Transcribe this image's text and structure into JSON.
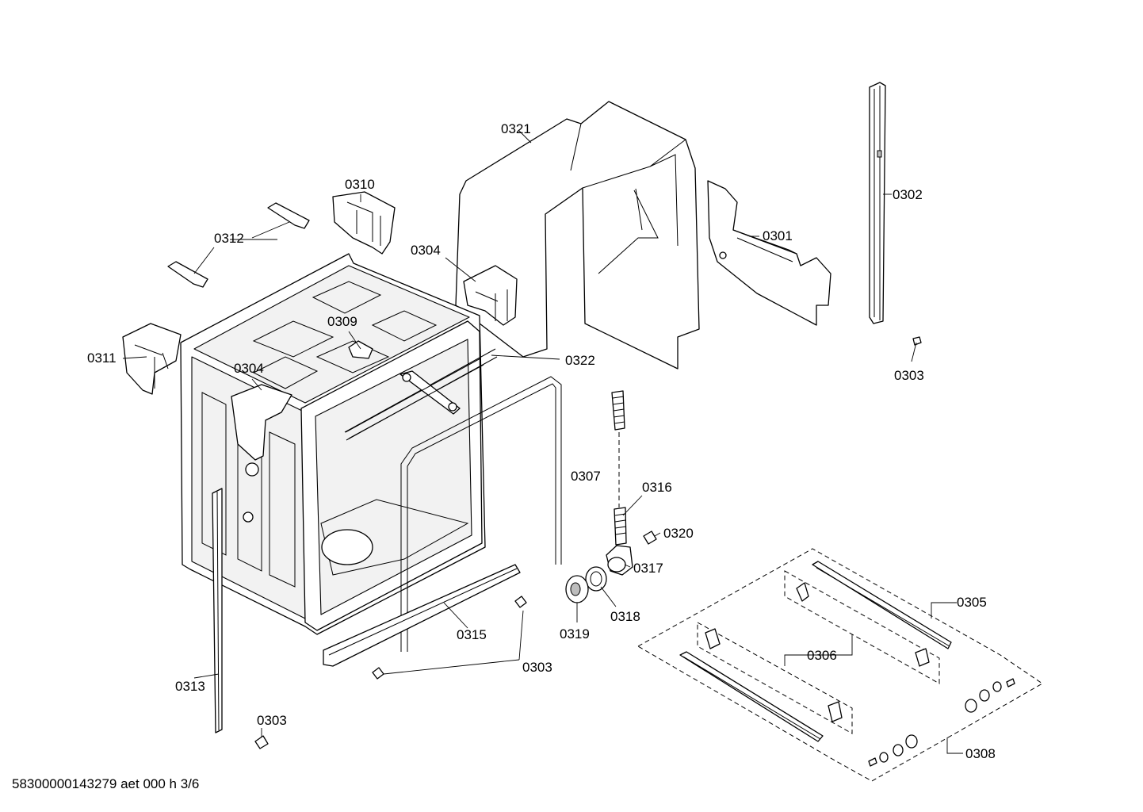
{
  "diagram": {
    "parts": [
      {
        "id": "label-0321",
        "text": "0321"
      },
      {
        "id": "label-0302",
        "text": "0302"
      },
      {
        "id": "label-0301",
        "text": "0301"
      },
      {
        "id": "label-0310",
        "text": "0310"
      },
      {
        "id": "label-0312",
        "text": "0312"
      },
      {
        "id": "label-0304-top",
        "text": "0304"
      },
      {
        "id": "label-0309",
        "text": "0309"
      },
      {
        "id": "label-0311",
        "text": "0311"
      },
      {
        "id": "label-0304-mid",
        "text": "0304"
      },
      {
        "id": "label-0322",
        "text": "0322"
      },
      {
        "id": "label-0303-right",
        "text": "0303"
      },
      {
        "id": "label-0307",
        "text": "0307"
      },
      {
        "id": "label-0316",
        "text": "0316"
      },
      {
        "id": "label-0320",
        "text": "0320"
      },
      {
        "id": "label-0317",
        "text": "0317"
      },
      {
        "id": "label-0318",
        "text": "0318"
      },
      {
        "id": "label-0319",
        "text": "0319"
      },
      {
        "id": "label-0315",
        "text": "0315"
      },
      {
        "id": "label-0303-mid",
        "text": "0303"
      },
      {
        "id": "label-0313",
        "text": "0313"
      },
      {
        "id": "label-0303-bottom",
        "text": "0303"
      },
      {
        "id": "label-0305",
        "text": "0305"
      },
      {
        "id": "label-0306",
        "text": "0306"
      },
      {
        "id": "label-0308",
        "text": "0308"
      }
    ],
    "footer": "58300000143279 aet 000 h 3/6"
  }
}
